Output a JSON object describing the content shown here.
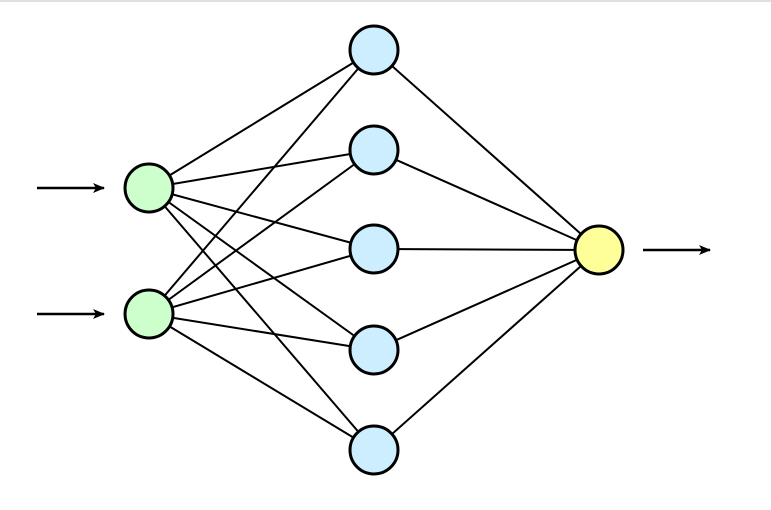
{
  "diagram": {
    "type": "neural-network",
    "layers": [
      {
        "role": "input",
        "nodes": 2,
        "fill": "#ccffcc",
        "incoming_arrows": true
      },
      {
        "role": "hidden",
        "nodes": 5,
        "fill": "#cceeff"
      },
      {
        "role": "output",
        "nodes": 1,
        "fill": "#ffff99",
        "outgoing_arrows": true
      }
    ],
    "connectivity": "fully-connected",
    "stroke_color": "#000000"
  }
}
